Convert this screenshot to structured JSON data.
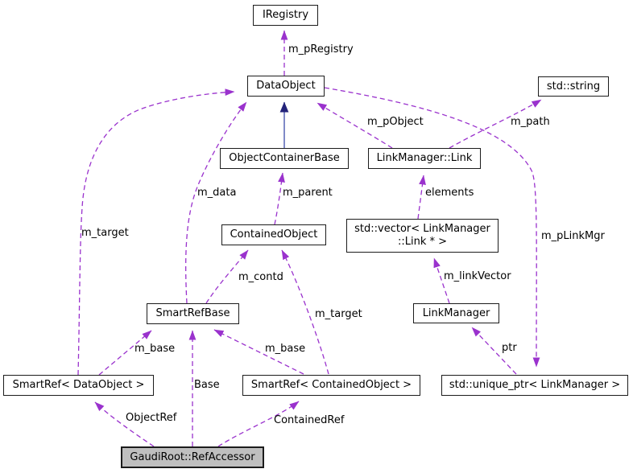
{
  "diagram": {
    "kind": "collaboration-graph",
    "nodes": {
      "iregistry": {
        "label": "IRegistry"
      },
      "dataobject": {
        "label": "DataObject"
      },
      "std_string": {
        "label": "std::string"
      },
      "objectcontainerbase": {
        "label": "ObjectContainerBase"
      },
      "linkmanager_link": {
        "label": "LinkManager::Link"
      },
      "containedobject": {
        "label": "ContainedObject"
      },
      "vector_link": {
        "line1": "std::vector< LinkManager",
        "line2": "::Link * >"
      },
      "linkmanager": {
        "label": "LinkManager"
      },
      "smartrefbase": {
        "label": "SmartRefBase"
      },
      "smartref_dataobject": {
        "label": "SmartRef< DataObject >"
      },
      "smartref_containedobject": {
        "label": "SmartRef< ContainedObject >"
      },
      "unique_ptr_linkmanager": {
        "label": "std::unique_ptr< LinkManager >"
      },
      "refaccessor": {
        "label": "GaudiRoot::RefAccessor"
      }
    },
    "edge_labels": {
      "m_pregistry": "m_pRegistry",
      "m_pobject": "m_pObject",
      "m_path": "m_path",
      "m_data": "m_data",
      "m_parent": "m_parent",
      "elements": "elements",
      "m_target_left": "m_target",
      "m_plinkmgr": "m_pLinkMgr",
      "m_contd": "m_contd",
      "m_linkvector": "m_linkVector",
      "m_target_right": "m_target",
      "m_base_left": "m_base",
      "m_base_right": "m_base",
      "ptr": "ptr",
      "base": "Base",
      "objectref": "ObjectRef",
      "containedref": "ContainedRef"
    },
    "colors": {
      "usage_edge": "#9a32cd",
      "inheritance_edge_line": "#4a57b0",
      "inheritance_edge_head": "#23237a",
      "node_border": "#1c1c1c",
      "node_fill": "#ffffff",
      "current_node_fill": "#bfbfbf",
      "text": "#000000",
      "background": "#ffffff"
    }
  }
}
